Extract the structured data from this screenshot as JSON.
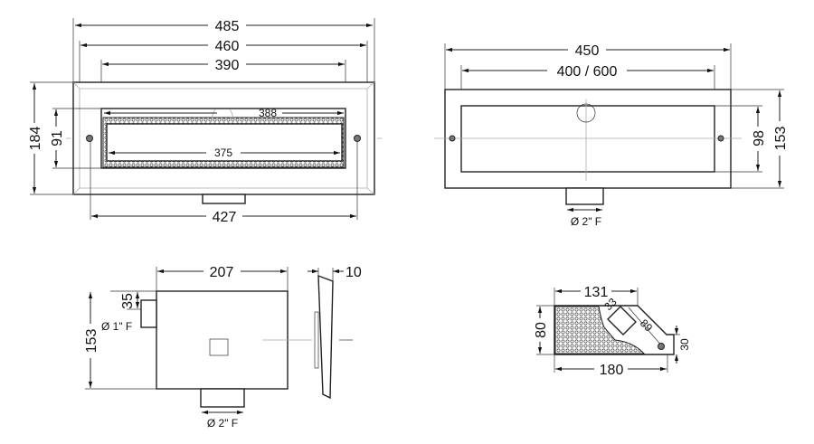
{
  "front_view": {
    "dims": {
      "overall_width": "485",
      "frame_width": "460",
      "opening_width": "390",
      "grille_width": "388",
      "inner_width": "375",
      "hole_spacing": "427",
      "overall_height": "184",
      "opening_height": "91"
    }
  },
  "rear_view": {
    "dims": {
      "overall_width": "450",
      "inner_width": "400 / 600",
      "inner_height": "98",
      "overall_height": "153",
      "outlet": "Ø 2\" F"
    }
  },
  "side_view": {
    "dims": {
      "depth": "207",
      "plate_thickness": "10",
      "inlet_offset": "35",
      "height": "153",
      "inlet": "Ø 1\" F",
      "outlet": "Ø 2\" F"
    }
  },
  "section_view": {
    "dims": {
      "top_width": "131",
      "bottom_width": "180",
      "height": "80",
      "step_height": "30",
      "slot_width": "33",
      "slant_length": "89"
    }
  }
}
